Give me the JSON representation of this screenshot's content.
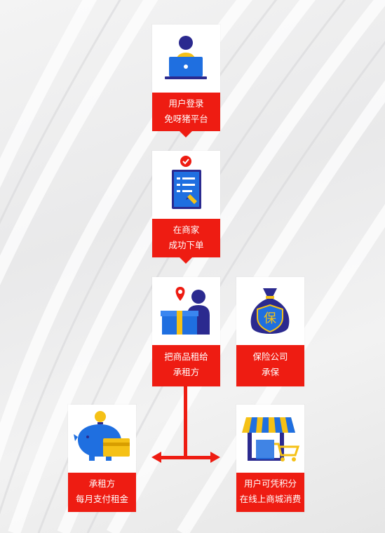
{
  "steps": [
    {
      "id": "login",
      "lines": [
        "用户登录",
        "免呀猪平台"
      ],
      "icon": "person-laptop-icon"
    },
    {
      "id": "order",
      "lines": [
        "在商家",
        "成功下单"
      ],
      "icon": "checklist-clipboard-icon"
    },
    {
      "id": "rent",
      "lines": [
        "把商品租给",
        "承租方"
      ],
      "icon": "person-gift-location-icon"
    },
    {
      "id": "insurance",
      "lines": [
        "保险公司",
        "承保"
      ],
      "icon": "insurance-bag-shield-icon",
      "shield_char": "保"
    },
    {
      "id": "pay",
      "lines": [
        "承租方",
        "每月支付租金"
      ],
      "icon": "piggy-bank-card-icon"
    },
    {
      "id": "shop",
      "lines": [
        "用户可凭积分",
        "在线上商城消费"
      ],
      "icon": "storefront-cart-icon"
    }
  ],
  "colors": {
    "accent": "#ee1c12",
    "navy": "#2b2a8f",
    "blue": "#1f6fe0",
    "yellow": "#f5c116"
  }
}
